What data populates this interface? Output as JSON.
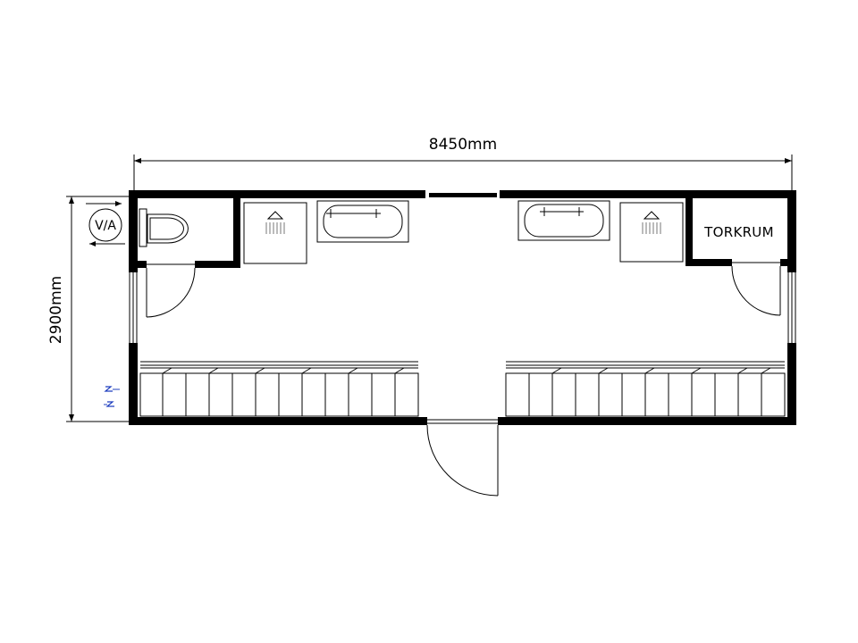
{
  "dimensions": {
    "width_label": "8450mm",
    "height_label": "2900mm"
  },
  "rooms": {
    "drying_room": "TORKRUM"
  },
  "symbols": {
    "ventilation": "V/A",
    "toilet": "toilet-icon",
    "shower": "shower-icon",
    "sink": "sink-icon",
    "heater": "heater-icon"
  },
  "colors": {
    "walls": "#000000",
    "lines": "#000000",
    "heater_symbol": "#1f3fbf"
  }
}
